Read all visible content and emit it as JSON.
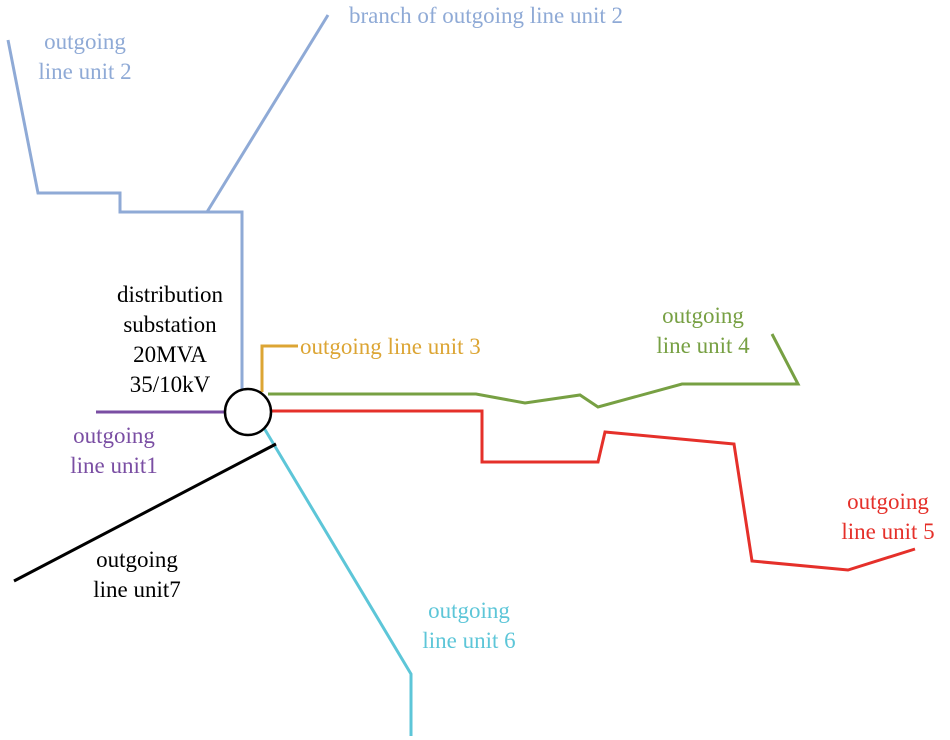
{
  "colors": {
    "unit1": "#7a4ea3",
    "unit2": "#8faad6",
    "unit3": "#dca534",
    "unit4": "#77a043",
    "unit5": "#e5302a",
    "unit6": "#5dc6d8",
    "unit7": "#000000",
    "substation": "#000000"
  },
  "substation": {
    "line1": "distribution",
    "line2": "substation",
    "line3": "20MVA",
    "line4": "35/10kV"
  },
  "labels": {
    "unit2_l1": "outgoing",
    "unit2_l2": "line unit 2",
    "unit2_branch": "branch of outgoing line unit 2",
    "unit3": "outgoing line unit 3",
    "unit4_l1": "outgoing",
    "unit4_l2": "line unit 4",
    "unit5_l1": "outgoing",
    "unit5_l2": "line unit 5",
    "unit6_l1": "outgoing",
    "unit6_l2": "line unit 6",
    "unit7_l1": "outgoing",
    "unit7_l2": "line unit7",
    "unit1_l1": "outgoing",
    "unit1_l2": "line unit1"
  }
}
